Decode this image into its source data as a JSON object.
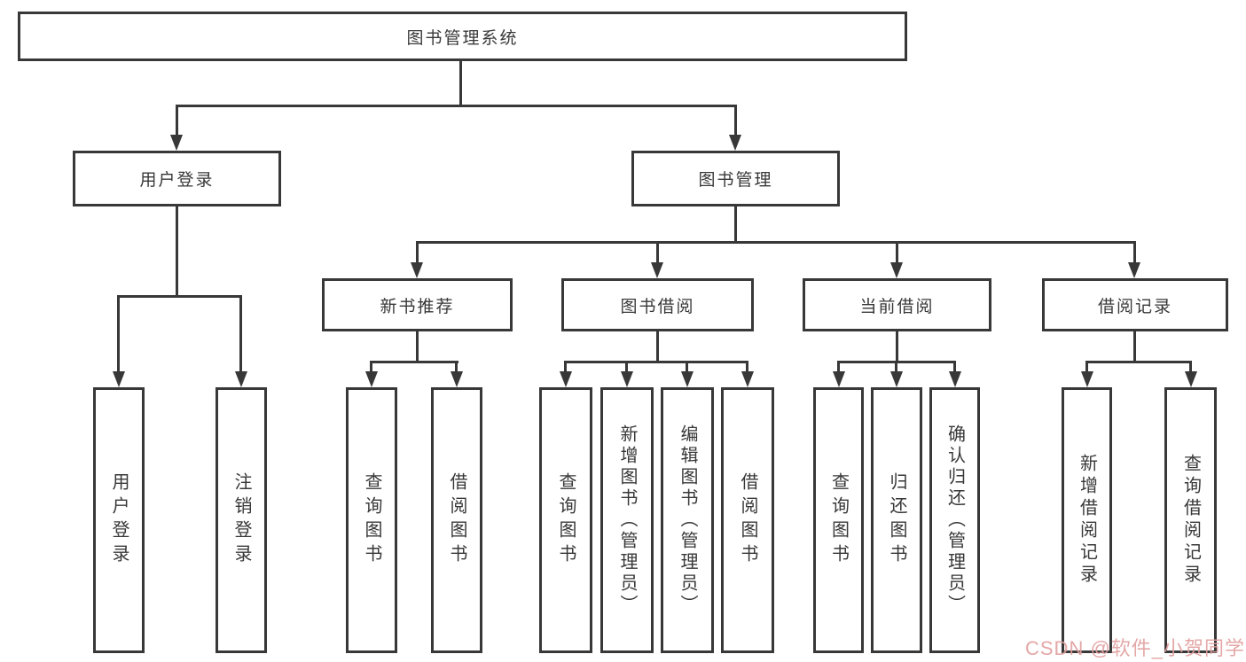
{
  "diagram": {
    "title": "图书管理系统",
    "root": {
      "label": "图书管理系统"
    },
    "branches": [
      {
        "label": "用户登录",
        "children": [
          {
            "label": "用户登录"
          },
          {
            "label": "注销登录"
          }
        ]
      },
      {
        "label": "图书管理",
        "children": [
          {
            "label": "新书推荐",
            "children": [
              {
                "label": "查询图书"
              },
              {
                "label": "借阅图书"
              }
            ]
          },
          {
            "label": "图书借阅",
            "children": [
              {
                "label": "查询图书"
              },
              {
                "label": "新增图书（管理员）"
              },
              {
                "label": "编辑图书（管理员）"
              },
              {
                "label": "借阅图书"
              }
            ]
          },
          {
            "label": "当前借阅",
            "children": [
              {
                "label": "查询图书"
              },
              {
                "label": "归还图书"
              },
              {
                "label": "确认归还（管理员）"
              }
            ]
          },
          {
            "label": "借阅记录",
            "children": [
              {
                "label": "新增借阅记录"
              },
              {
                "label": "查询借阅记录"
              }
            ]
          }
        ]
      }
    ]
  },
  "watermark": {
    "text": "CSDN @软件_小贺同学",
    "color": "#e2a0a0"
  },
  "colors": {
    "line": "#383838",
    "background": "#ffffff"
  }
}
